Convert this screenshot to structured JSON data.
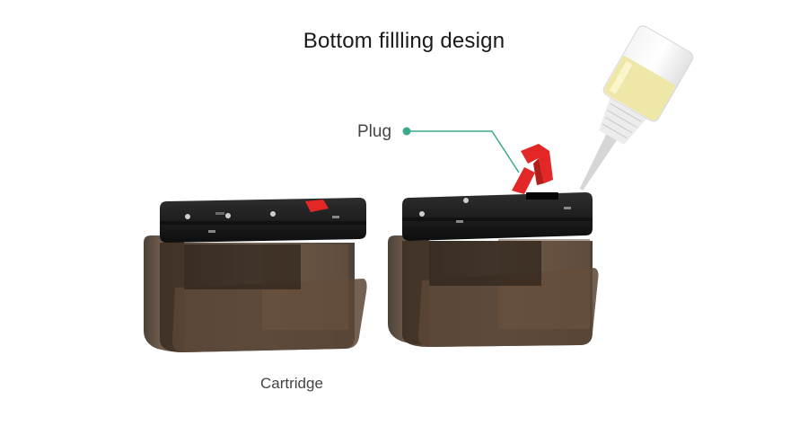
{
  "title": "Bottom fillling design",
  "labels": {
    "plug": "Plug",
    "cartridge": "Cartridge"
  },
  "colors": {
    "accent": "#3aa88a",
    "plug": "#e32626",
    "pod_body": "#4a3a2c",
    "pod_cap": "#1b1b1b",
    "liquid": "#efe7a8"
  },
  "icons": [
    "cartridge-left",
    "cartridge-right",
    "plug-icon",
    "e-liquid-bottle"
  ]
}
